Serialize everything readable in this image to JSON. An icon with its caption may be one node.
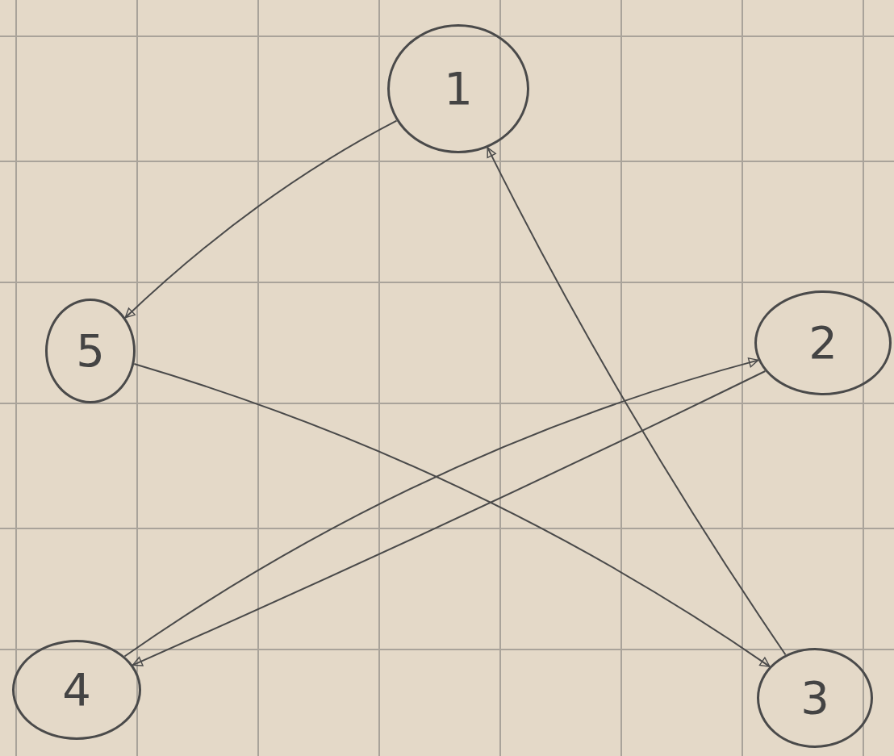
{
  "diagram": {
    "nodes": [
      {
        "text": [
          "1"
        ]
      },
      {
        "text": [
          "5"
        ]
      },
      {
        "text": [
          "2"
        ]
      },
      {
        "text": [
          "4"
        ]
      },
      {
        "text": [
          "3"
        ]
      }
    ],
    "edges": [
      {
        "from": 0,
        "to": 1,
        "arrow": "to"
      },
      {
        "from": 4,
        "to": 0,
        "arrow": "to"
      },
      {
        "from": 2,
        "to": 3,
        "arrow": "to"
      },
      {
        "from": 3,
        "to": 2,
        "arrow": "to"
      },
      {
        "from": 1,
        "to": 4,
        "arrow": "to"
      }
    ]
  }
}
